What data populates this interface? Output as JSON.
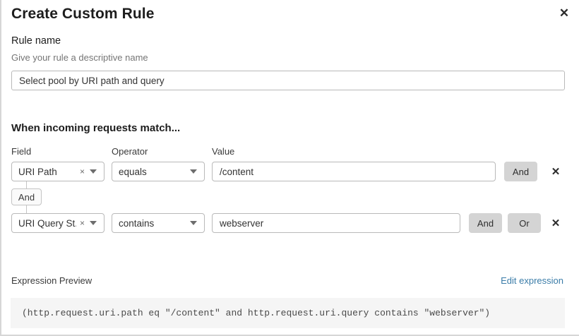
{
  "dialog": {
    "title": "Create Custom Rule",
    "close_label": "✕"
  },
  "rule_name": {
    "label": "Rule name",
    "hint": "Give your rule a descriptive name",
    "value": "Select pool by URI path and query",
    "placeholder": "Give your rule a descriptive name"
  },
  "conditions": {
    "heading": "When incoming requests match...",
    "columns": {
      "field": "Field",
      "operator": "Operator",
      "value": "Value"
    },
    "connector": {
      "label": "And"
    },
    "rows": [
      {
        "field": "URI Path",
        "field_clear": "×",
        "operator": "equals",
        "value": "/content",
        "value_placeholder": "Enter value",
        "and_label": "And",
        "delete_label": "✕"
      },
      {
        "field": "URI Query St...",
        "field_clear": "×",
        "operator": "contains",
        "value": "webserver",
        "value_placeholder": "Enter value",
        "and_label": "And",
        "or_label": "Or",
        "delete_label": "✕"
      }
    ]
  },
  "expression": {
    "label": "Expression Preview",
    "edit_link": "Edit expression",
    "code": "(http.request.uri.path eq \"/content\" and http.request.uri.query contains \"webserver\")"
  },
  "colors": {
    "link": "#3a7ca8",
    "button_bg": "#d4d4d4",
    "code_bg": "#f5f5f5",
    "border": "#b9b9b9"
  }
}
